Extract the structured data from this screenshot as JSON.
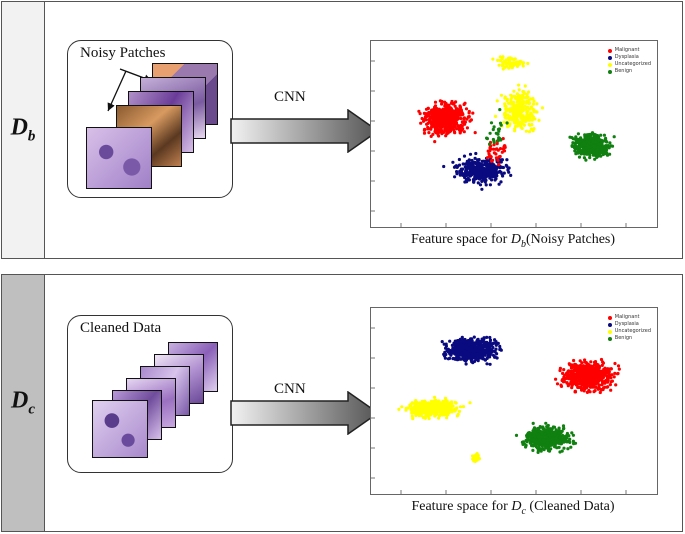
{
  "colors": {
    "malignant": "#ff0000",
    "dysplasia": "#0a0a80",
    "uncategorized": "#ffff00",
    "benign": "#108010",
    "panel_top_side": "#f2f2f2",
    "panel_bottom_side": "#bfbfbf"
  },
  "legend": [
    "Malignant",
    "Dysplasia",
    "Uncategorized",
    "Benign"
  ],
  "panels": [
    {
      "label_main": "D",
      "label_sub": "b",
      "box_title": "Noisy Patches",
      "arrow_label": "CNN",
      "caption_prefix": "Feature space for ",
      "caption_math": "D",
      "caption_sub": "b",
      "caption_suffix": "(Noisy Patches)"
    },
    {
      "label_main": "D",
      "label_sub": "c",
      "box_title": "Cleaned Data",
      "arrow_label": "CNN",
      "caption_prefix": "Feature space for ",
      "caption_math": "D",
      "caption_sub": "c",
      "caption_suffix": " (Cleaned Data)"
    }
  ]
}
